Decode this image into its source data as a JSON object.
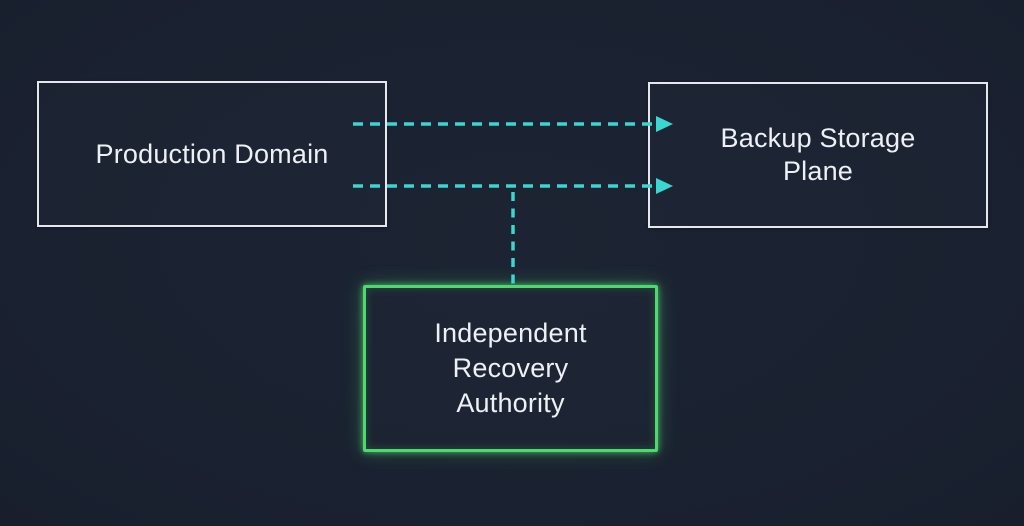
{
  "diagram": {
    "nodes": {
      "production": {
        "lines": [
          "Production Domain"
        ]
      },
      "backup": {
        "lines": [
          "Backup Storage",
          "Plane"
        ]
      },
      "recovery": {
        "lines": [
          "Independent",
          "Recovery",
          "Authority"
        ]
      }
    },
    "colors": {
      "background": "#1a2130",
      "node_border": "#e4e8ec",
      "recovery_border": "#4ed96e",
      "connector": "#3ad6d0",
      "text": "#edf0f4"
    }
  }
}
